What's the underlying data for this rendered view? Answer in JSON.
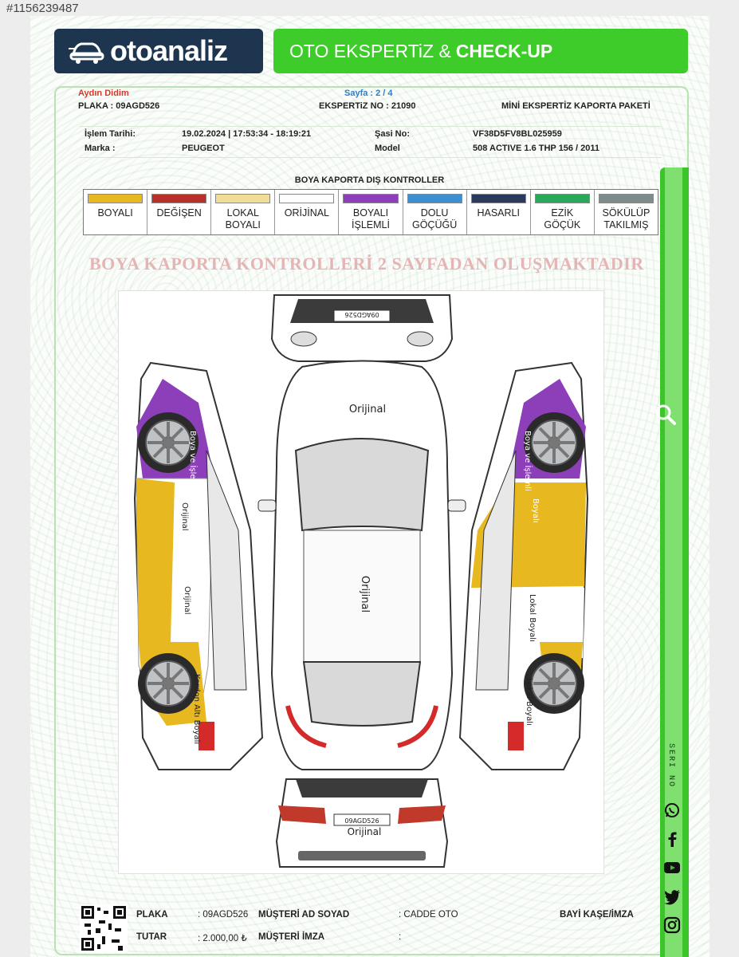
{
  "listing_id": "#1156239487",
  "brand": {
    "logo_text": "otoanaliz",
    "title_regular": "OTO EKSPERTiZ &",
    "title_bold": "CHECK-UP"
  },
  "report": {
    "dealer": "Aydın Didim",
    "page": "Sayfa : 2 / 4",
    "plate_label": "PLAKA : 09AGD526",
    "expertise_no": "EKSPERTiZ NO : 21090",
    "package": "MİNİ EKSPERTİZ KAPORTA PAKETİ",
    "date_label": "İşlem Tarihi:",
    "date_value": "19.02.2024 | 17:53:34 - 18:19:21",
    "chassis_label": "Şasi No:",
    "chassis_value": "VF38D5FV8BL025959",
    "make_label": "Marka :",
    "make_value": "PEUGEOT",
    "model_label": "Model",
    "model_value": "508 ACTIVE 1.6 THP 156 / 2011"
  },
  "legend": {
    "title": "BOYA KAPORTA DIŞ KONTROLLER",
    "items": [
      {
        "line1": "BOYALI",
        "line2": "",
        "color": "#e8b820"
      },
      {
        "line1": "DEĞİŞEN",
        "line2": "",
        "color": "#b9302a"
      },
      {
        "line1": "LOKAL",
        "line2": "BOYALI",
        "color": "#f3dc95"
      },
      {
        "line1": "ORİJİNAL",
        "line2": "",
        "color": "#ffffff"
      },
      {
        "line1": "BOYALI",
        "line2": "İŞLEMLİ",
        "color": "#8c3fb8"
      },
      {
        "line1": "DOLU",
        "line2": "GÖÇÜĞÜ",
        "color": "#3c8fd0"
      },
      {
        "line1": "HASARLI",
        "line2": "",
        "color": "#2b3a5c"
      },
      {
        "line1": "EZİK",
        "line2": "GÖÇÜK",
        "color": "#2aa85a"
      },
      {
        "line1": "SÖKÜLÜP",
        "line2": "TAKILMIŞ",
        "color": "#7d8b8b"
      }
    ]
  },
  "warning": "BOYA KAPORTA KONTROLLERİ 2 SAYFADAN OLUŞMAKTADIR",
  "diagram": {
    "front_plate": "09AGD526",
    "rear_plate": "09AGD526",
    "labels": {
      "hood": "Orijinal",
      "roof": "Orijinal",
      "rear": "Orijinal",
      "left_front_fender": "Boya ve İşlemli",
      "left_front_door": "Orijinal",
      "left_rear_door": "Orijinal",
      "left_rear_fender": "Kordon Altı Boyalı",
      "right_front_fender": "Boya ve İşlemli",
      "right_front_door": "Boyalı",
      "right_rear_door": "Lokal Boyalı",
      "right_rear_fender": "Lokal Boyalı"
    },
    "colors": {
      "painted": "#e8b820",
      "processed": "#8c3fb8",
      "local": "#e8b820",
      "replaced": "#d42a2a"
    }
  },
  "footer": {
    "plate_label": "PLAKA",
    "plate_value": ": 09AGD526",
    "total_label": "TUTAR",
    "total_value": ": 2.000,00 ₺",
    "customer_label": "MÜŞTERİ AD SOYAD",
    "customer_value": ": CADDE OTO",
    "signature_label": "MÜŞTERİ İMZA",
    "signature_value": ":",
    "dealer_stamp": "BAYİ KAŞE/İMZA"
  },
  "sidebar": {
    "serial_label": "SERI NO",
    "icons": [
      "search-icon",
      "whatsapp-icon",
      "facebook-icon",
      "youtube-icon",
      "twitter-icon",
      "instagram-icon"
    ]
  }
}
